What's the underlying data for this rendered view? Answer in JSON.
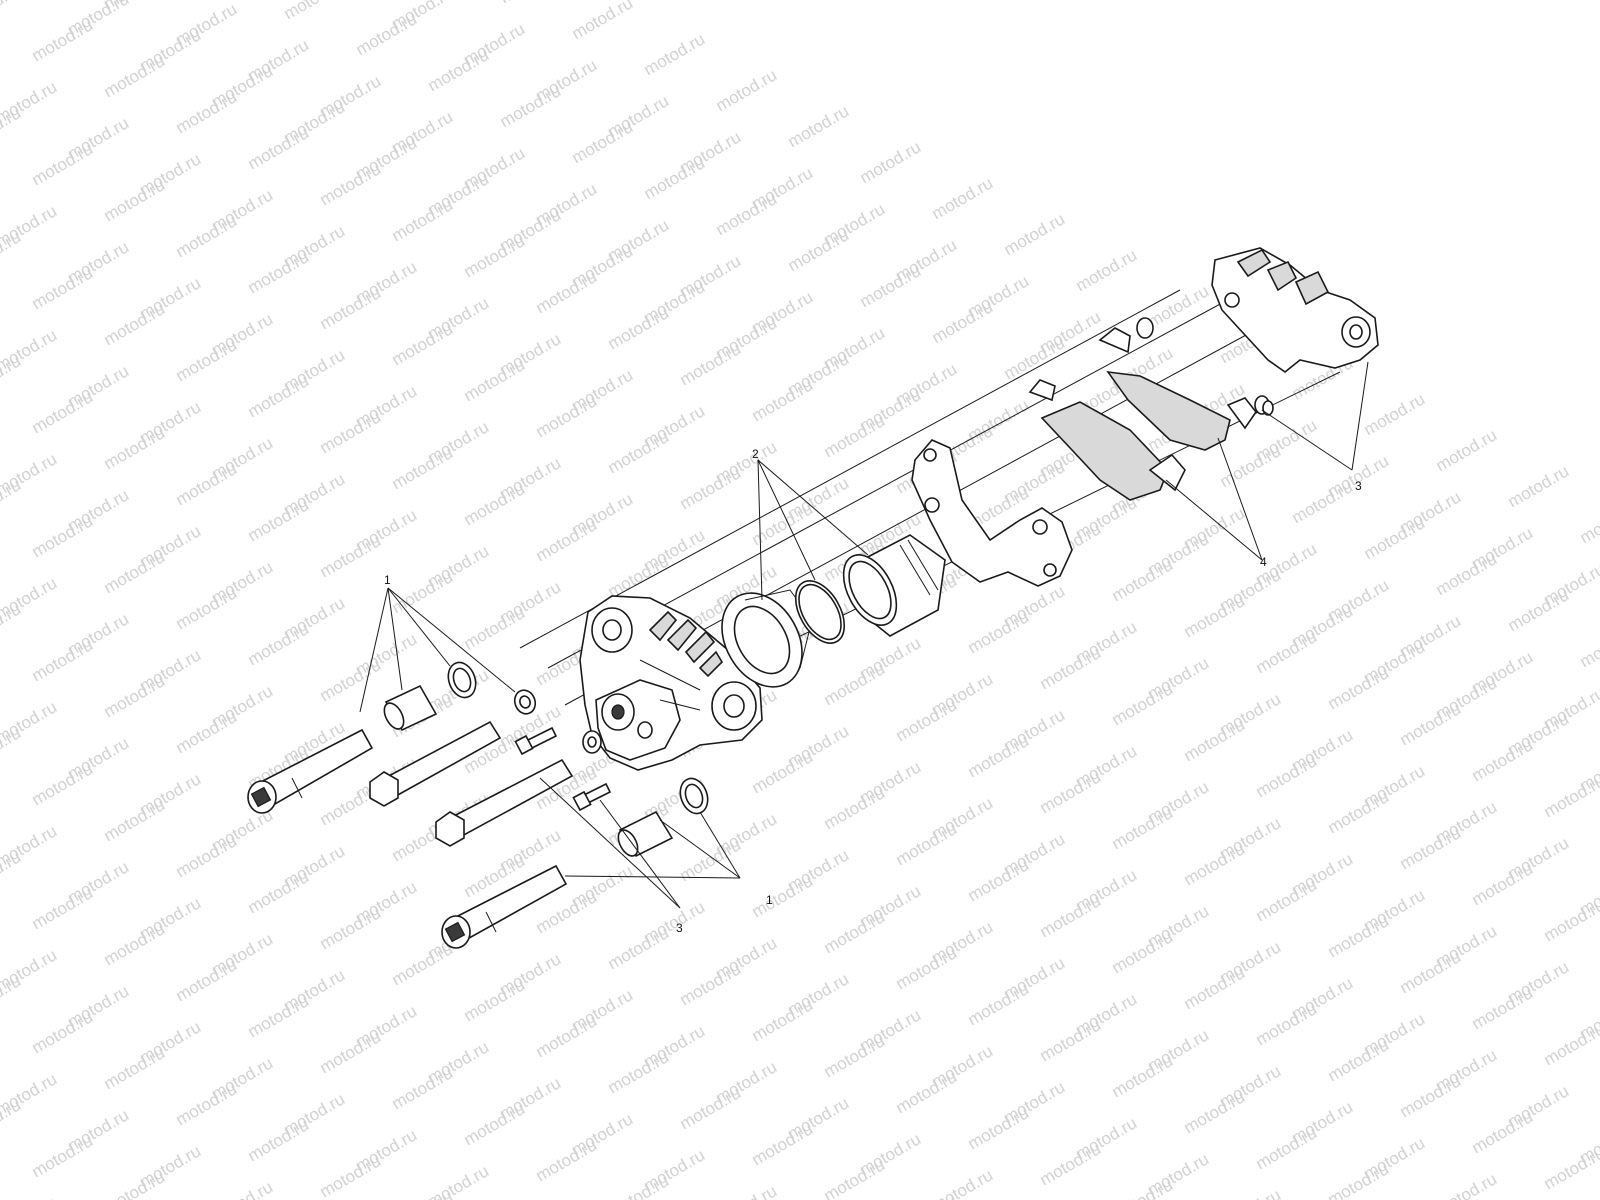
{
  "watermark": {
    "text": "motod.ru",
    "color": "#d2d2d2"
  },
  "callouts": [
    {
      "id": "c1a",
      "label": "1"
    },
    {
      "id": "c1b",
      "label": "1"
    },
    {
      "id": "c2",
      "label": "2"
    },
    {
      "id": "c3a",
      "label": "3"
    },
    {
      "id": "c3b",
      "label": "3"
    },
    {
      "id": "c4",
      "label": "4"
    }
  ],
  "colors": {
    "line": "#1a1a1a",
    "background": "#ffffff",
    "shade": "#d9d9d9"
  }
}
